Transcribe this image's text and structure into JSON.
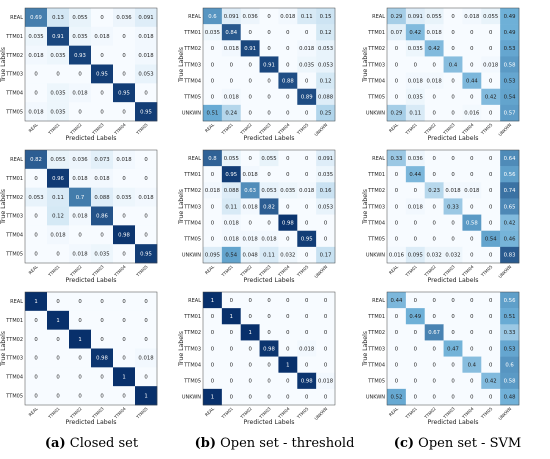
{
  "chart_data": [
    {
      "id": "a1",
      "type": "heatmap",
      "xlabel": "Predicted Labels",
      "ylabel": "True Labels",
      "row_labels": [
        "REAL",
        "TTM01",
        "TTM02",
        "TTM03",
        "TTM04",
        "TTM05"
      ],
      "col_labels": [
        "REAL",
        "TTM01",
        "TTM02",
        "TTM03",
        "TTM04",
        "TTM05"
      ],
      "values": [
        [
          0.69,
          0.13,
          0.055,
          0,
          0.036,
          0.091
        ],
        [
          0.035,
          0.91,
          0.035,
          0.018,
          0,
          0.018
        ],
        [
          0.018,
          0.035,
          0.93,
          0,
          0,
          0.018
        ],
        [
          0,
          0,
          0,
          0.95,
          0,
          0.053
        ],
        [
          0,
          0.035,
          0.018,
          0,
          0.95,
          0
        ],
        [
          0.018,
          0.035,
          0,
          0,
          0,
          0.95
        ]
      ]
    },
    {
      "id": "b1",
      "type": "heatmap",
      "xlabel": "Predicted Labels",
      "ylabel": "True Labels",
      "row_labels": [
        "REAL",
        "TTM01",
        "TTM02",
        "TTM03",
        "TTM04",
        "TTM05",
        "UNKWN"
      ],
      "col_labels": [
        "REAL",
        "TTM01",
        "TTM02",
        "TTM03",
        "TTM04",
        "TTM05",
        "UNKWN"
      ],
      "values": [
        [
          0.6,
          0.091,
          0.036,
          0,
          0.018,
          0.11,
          0.15
        ],
        [
          0.035,
          0.84,
          0,
          0,
          0,
          0,
          0.12
        ],
        [
          0,
          0.018,
          0.91,
          0,
          0,
          0.018,
          0.053
        ],
        [
          0,
          0,
          0,
          0.91,
          0,
          0.035,
          0.053
        ],
        [
          0,
          0,
          0,
          0,
          0.88,
          0,
          0.12
        ],
        [
          0,
          0.018,
          0,
          0,
          0,
          0.89,
          0.088
        ],
        [
          0.51,
          0.24,
          0,
          0,
          0,
          0,
          0.25
        ]
      ]
    },
    {
      "id": "c1",
      "type": "heatmap",
      "xlabel": "Predicted Labels",
      "ylabel": "True Labels",
      "row_labels": [
        "REAL",
        "TTM01",
        "TTM02",
        "TTM03",
        "TTM04",
        "TTM05",
        "UNKWN"
      ],
      "col_labels": [
        "REAL",
        "TTM01",
        "TTM02",
        "TTM03",
        "TTM04",
        "TTM05",
        "UNKWN"
      ],
      "values": [
        [
          0.29,
          0.091,
          0.055,
          0,
          0.018,
          0.055,
          0.49
        ],
        [
          0.07,
          0.42,
          0.018,
          0,
          0,
          0,
          0.49
        ],
        [
          0,
          0.035,
          0.42,
          0,
          0,
          0,
          0.53
        ],
        [
          0,
          0,
          0,
          0.4,
          0,
          0.018,
          0.58
        ],
        [
          0,
          0.018,
          0.018,
          0,
          0.44,
          0,
          0.53
        ],
        [
          0,
          0.035,
          0,
          0,
          0,
          0.42,
          0.54
        ],
        [
          0.29,
          0.11,
          0,
          0,
          0.016,
          0,
          0.57
        ]
      ]
    },
    {
      "id": "a2",
      "type": "heatmap",
      "xlabel": "Predicted Labels",
      "ylabel": "True Labels",
      "row_labels": [
        "REAL",
        "TTM01",
        "TTM02",
        "TTM03",
        "TTM04",
        "TTM05"
      ],
      "col_labels": [
        "REAL",
        "TTM01",
        "TTM02",
        "TTM03",
        "TTM04",
        "TTM05"
      ],
      "values": [
        [
          0.82,
          0.055,
          0.036,
          0.073,
          0.018,
          0
        ],
        [
          0,
          0.96,
          0.018,
          0.018,
          0,
          0
        ],
        [
          0.053,
          0.11,
          0.7,
          0.088,
          0.035,
          0.018
        ],
        [
          0,
          0.12,
          0.018,
          0.86,
          0,
          0
        ],
        [
          0,
          0.018,
          0,
          0,
          0.98,
          0
        ],
        [
          0,
          0,
          0.018,
          0.035,
          0,
          0.95
        ]
      ]
    },
    {
      "id": "b2",
      "type": "heatmap",
      "xlabel": "Predicted Labels",
      "ylabel": "True Labels",
      "row_labels": [
        "REAL",
        "TTM01",
        "TTM02",
        "TTM03",
        "TTM04",
        "TTM05",
        "UNKWN"
      ],
      "col_labels": [
        "REAL",
        "TTM01",
        "TTM02",
        "TTM03",
        "TTM04",
        "TTM05",
        "UNKWN"
      ],
      "values": [
        [
          0.8,
          0.055,
          0,
          0.055,
          0,
          0,
          0.091
        ],
        [
          0,
          0.95,
          0.018,
          0,
          0,
          0,
          0.035
        ],
        [
          0.018,
          0.088,
          0.63,
          0.053,
          0.035,
          0.018,
          0.16
        ],
        [
          0,
          0.11,
          0.018,
          0.82,
          0,
          0,
          0.053
        ],
        [
          0,
          0.018,
          0,
          0,
          0.98,
          0,
          0
        ],
        [
          0,
          0.018,
          0.018,
          0.018,
          0,
          0.95,
          0
        ],
        [
          0.095,
          0.54,
          0.048,
          0.11,
          0.032,
          0,
          0.17
        ]
      ]
    },
    {
      "id": "c2",
      "type": "heatmap",
      "xlabel": "Predicted Labels",
      "ylabel": "True Labels",
      "row_labels": [
        "REAL",
        "TTM01",
        "TTM02",
        "TTM03",
        "TTM04",
        "TTM05",
        "UNKWN"
      ],
      "col_labels": [
        "REAL",
        "TTM01",
        "TTM02",
        "TTM03",
        "TTM04",
        "TTM05",
        "UNKWN"
      ],
      "values": [
        [
          0.33,
          0.036,
          0,
          0,
          0,
          0,
          0.64
        ],
        [
          0,
          0.44,
          0,
          0,
          0,
          0,
          0.56
        ],
        [
          0,
          0,
          0.23,
          0.018,
          0.018,
          0,
          0.74
        ],
        [
          0,
          0.018,
          0,
          0.33,
          0,
          0,
          0.65
        ],
        [
          0,
          0,
          0,
          0,
          0.58,
          0,
          0.42
        ],
        [
          0,
          0,
          0,
          0,
          0,
          0.54,
          0.46
        ],
        [
          0.016,
          0.095,
          0.032,
          0.032,
          0,
          0,
          0.83
        ]
      ]
    },
    {
      "id": "a3",
      "type": "heatmap",
      "xlabel": "Predicted Labels",
      "ylabel": "True Labels",
      "row_labels": [
        "REAL",
        "TTM01",
        "TTM02",
        "TTM03",
        "TTM04",
        "TTM05"
      ],
      "col_labels": [
        "REAL",
        "TTM01",
        "TTM02",
        "TTM03",
        "TTM04",
        "TTM05"
      ],
      "values": [
        [
          1,
          0,
          0,
          0,
          0,
          0
        ],
        [
          0,
          1,
          0,
          0,
          0,
          0
        ],
        [
          0,
          0,
          1,
          0,
          0,
          0
        ],
        [
          0,
          0,
          0,
          0.98,
          0,
          0.018
        ],
        [
          0,
          0,
          0,
          0,
          1,
          0
        ],
        [
          0,
          0,
          0,
          0,
          0,
          1
        ]
      ]
    },
    {
      "id": "b3",
      "type": "heatmap",
      "xlabel": "Predicted Labels",
      "ylabel": "True Labels",
      "row_labels": [
        "REAL",
        "TTM01",
        "TTM02",
        "TTM03",
        "TTM04",
        "TTM05",
        "UNKWN"
      ],
      "col_labels": [
        "REAL",
        "TTM01",
        "TTM02",
        "TTM03",
        "TTM04",
        "TTM05",
        "UNKWN"
      ],
      "values": [
        [
          1,
          0,
          0,
          0,
          0,
          0,
          0
        ],
        [
          0,
          1,
          0,
          0,
          0,
          0,
          0
        ],
        [
          0,
          0,
          1,
          0,
          0,
          0,
          0
        ],
        [
          0,
          0,
          0,
          0.98,
          0,
          0.018,
          0
        ],
        [
          0,
          0,
          0,
          0,
          1,
          0,
          0
        ],
        [
          0,
          0,
          0,
          0,
          0,
          0.98,
          0.018
        ],
        [
          1,
          0,
          0,
          0,
          0,
          0,
          0
        ]
      ]
    },
    {
      "id": "c3",
      "type": "heatmap",
      "xlabel": "Predicted Labels",
      "ylabel": "True Labels",
      "row_labels": [
        "REAL",
        "TTM01",
        "TTM02",
        "TTM03",
        "TTM04",
        "TTM05",
        "UNKWN"
      ],
      "col_labels": [
        "REAL",
        "TTM01",
        "TTM02",
        "TTM03",
        "TTM04",
        "TTM05",
        "UNKWN"
      ],
      "values": [
        [
          0.44,
          0,
          0,
          0,
          0,
          0,
          0.56
        ],
        [
          0,
          0.49,
          0,
          0,
          0,
          0,
          0.51
        ],
        [
          0,
          0,
          0.67,
          0,
          0,
          0,
          0.33
        ],
        [
          0,
          0,
          0,
          0.47,
          0,
          0,
          0.53
        ],
        [
          0,
          0,
          0,
          0,
          0.4,
          0,
          0.6
        ],
        [
          0,
          0,
          0,
          0,
          0,
          0.42,
          0.58
        ],
        [
          0.52,
          0,
          0,
          0,
          0,
          0,
          0.48
        ]
      ]
    }
  ],
  "captions": {
    "a": {
      "letter": "(a)",
      "text": "Closed set"
    },
    "b": {
      "letter": "(b)",
      "text": "Open set - threshold"
    },
    "c": {
      "letter": "(c)",
      "text": "Open set - SVM"
    }
  },
  "colors": {
    "low": "#f7fbff",
    "mid": "#6baed6",
    "high": "#08306b",
    "text_dark": "#222222",
    "text_light": "#ffffff"
  }
}
